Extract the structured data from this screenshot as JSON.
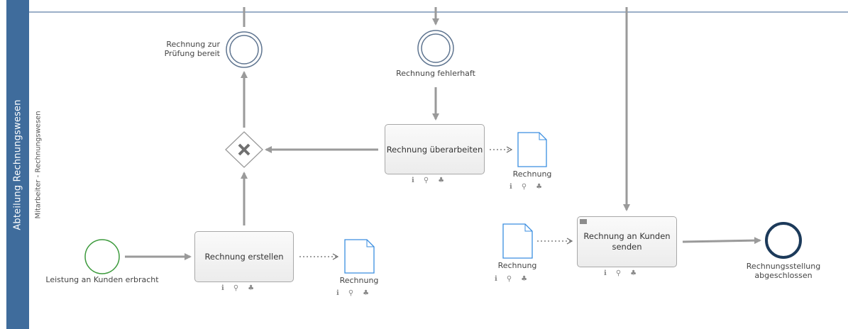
{
  "pool": {
    "label": "Abteilung Rechnungswesen",
    "color": "#3f6c9c"
  },
  "lane": {
    "label": "Mitarbeiter - Rechnungswesen"
  },
  "events": {
    "start": "Leistung an Kunden erbracht",
    "intermediate_ready": "Rechnung zur\nPrüfung bereit",
    "intermediate_faulty": "Rechnung fehlerhaft",
    "end": "Rechnungsstellung\nabgeschlossen"
  },
  "tasks": {
    "create": "Rechnung erstellen",
    "rework": "Rechnung überarbeiten",
    "send": "Rechnung an Kunden\nsenden"
  },
  "data_objects": {
    "doc1": "Rechnung",
    "doc2": "Rechnung",
    "doc3": "Rechnung"
  },
  "icon_names": [
    "info-icon",
    "attachment-icon",
    "hierarchy-icon"
  ],
  "colors": {
    "start_event": "#3c9a3c",
    "end_event": "#1c3a5a",
    "intermediate_event": "#5f7590",
    "data_object": "#3a8ee0",
    "flow": "#9a9a9a"
  }
}
